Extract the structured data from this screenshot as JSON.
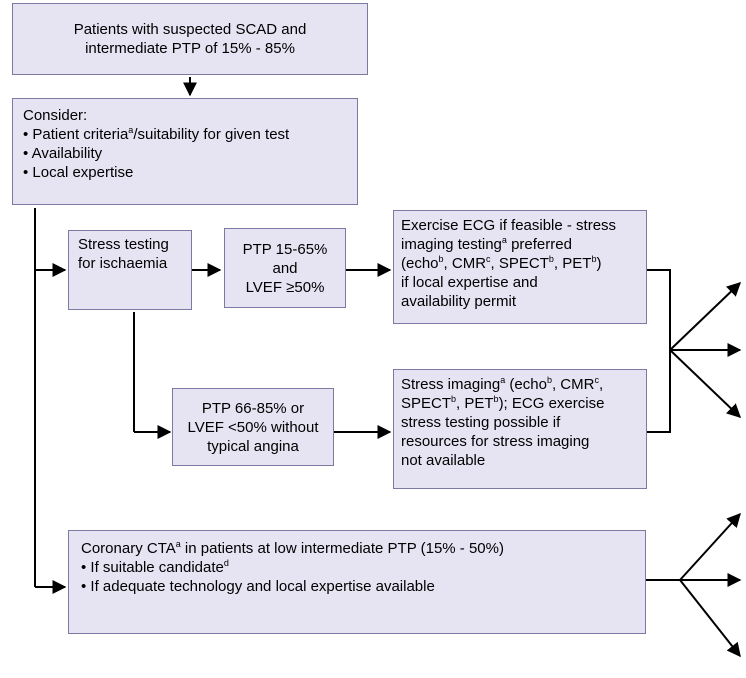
{
  "top_box": {
    "lines": [
      "Patients with suspected SCAD and",
      "intermediate PTP of 15% - 85%"
    ]
  },
  "consider_box": {
    "heading": "Consider:",
    "items": [
      "• Patient criteria",
      "/suitability for given test",
      "• Availability",
      "• Local expertise"
    ],
    "sup": "a"
  },
  "stress_box": {
    "lines": [
      "Stress testing",
      "for ischaemia"
    ]
  },
  "ptp_low_box": {
    "lines": [
      "PTP 15-65%",
      "and",
      "LVEF ≥50%"
    ]
  },
  "ptp_high_box": {
    "lines": [
      "PTP 66-85% or",
      "LVEF <50% without",
      "typical angina"
    ]
  },
  "exercise_box": {
    "l1": "Exercise ECG if feasible - stress",
    "l2a": "imaging testing",
    "l2b": " preferred",
    "l3a": "(echo",
    "l3b": ", CMR",
    "l3c": ", SPECT",
    "l3d": ", PET",
    "l3e": ")",
    "l4": "if local expertise and",
    "l5": "availability permit",
    "sup_a": "a",
    "sup_b": "b",
    "sup_c": "c"
  },
  "stress_imaging_box": {
    "l1a": "Stress imaging",
    "l1b": " (echo",
    "l1c": ", CMR",
    "l1d": ",",
    "l2a": "SPECT",
    "l2b": ", PET",
    "l2c": "); ECG exercise",
    "l3": "stress testing possible if",
    "l4": "resources for stress imaging",
    "l5": "not available",
    "sup_a": "a",
    "sup_b": "b",
    "sup_c": "c"
  },
  "cta_box": {
    "l1a": "Coronary CTA",
    "l1b": " in patients at low intermediate PTP (15% - 50%)",
    "l2a": "• If suitable candidate",
    "l3": "• If adequate technology and local expertise available",
    "sup_a": "a",
    "sup_d": "d"
  },
  "colors": {
    "box_fill": "#e6e3f3",
    "box_border": "#7b7aa3",
    "arrow": "#000000"
  }
}
